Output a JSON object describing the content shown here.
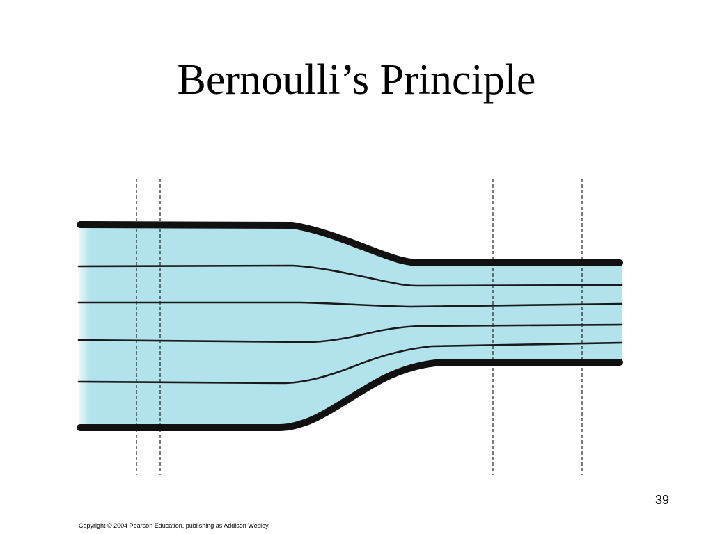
{
  "slide": {
    "title": "Bernoulli’s Principle",
    "page_number": "39",
    "copyright": "Copyright © 2004 Pearson Education, publishing as Addison Wesley."
  },
  "colors": {
    "background": "#ffffff",
    "fluid": "#b2e2ec",
    "wall": "#111111",
    "streamline": "#1a1a1a",
    "section_marker": "#222222"
  }
}
